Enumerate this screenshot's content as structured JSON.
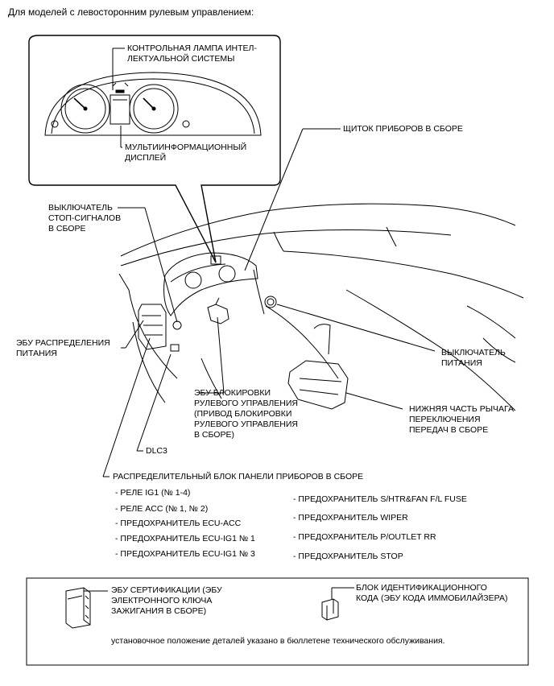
{
  "heading": "Для моделей с левосторонним рулевым управлением:",
  "callouts": {
    "indicator_lamp": "КОНТРОЛЬНАЯ ЛАМПА ИНТЕЛ-\nЛЕКТУАЛЬНОЙ СИСТЕМЫ",
    "multi_display": "МУЛЬТИИНФОРМАЦИОННЫЙ\nДИСПЛЕЙ",
    "combination_meter": "ЩИТОК ПРИБОРОВ В СБОРЕ",
    "stop_light_switch": "ВЫКЛЮЧАТЕЛЬ\nСТОП-СИГНАЛОВ\nВ СБОРЕ",
    "power_dist_ecu": "ЭБУ РАСПРЕДЕЛЕНИЯ\nПИТАНИЯ",
    "power_switch": "ВЫКЛЮЧАТЕЛЬ\nПИТАНИЯ",
    "shift_lever": "НИЖНЯЯ ЧАСТЬ РЫЧАГА\nПЕРЕКЛЮЧЕНИЯ\nПЕРЕДАЧ В СБОРЕ",
    "steering_lock_ecu": "ЭБУ БЛОКИРОВКИ\nРУЛЕВОГО УПРАВЛЕНИЯ\n(ПРИВОД БЛОКИРОВКИ\nРУЛЕВОГО УПРАВЛЕНИЯ\nВ СБОРЕ)",
    "dlc3": "DLC3",
    "junction_block": "РАСПРЕДЕЛИТЕЛЬНЫЙ БЛОК ПАНЕЛИ ПРИБОРОВ В СБОРЕ"
  },
  "jb_items_left": [
    "- РЕЛЕ IG1 (№ 1-4)",
    "- РЕЛЕ ACC (№ 1, № 2)",
    "- ПРЕДОХРАНИТЕЛЬ ECU-ACC",
    "- ПРЕДОХРАНИТЕЛЬ ECU-IG1 № 1",
    "- ПРЕДОХРАНИТЕЛЬ ECU-IG1 № 3"
  ],
  "jb_items_right": [
    "- ПРЕДОХРАНИТЕЛЬ S/HTR&FAN F/L FUSE",
    "- ПРЕДОХРАНИТЕЛЬ WIPER",
    "- ПРЕДОХРАНИТЕЛЬ P/OUTLET RR",
    "- ПРЕДОХРАНИТЕЛЬ STOP"
  ],
  "box": {
    "cert_ecu": "ЭБУ СЕРТИФИКАЦИИ (ЭБУ\nЭЛЕКТРОННОГО КЛЮЧА\nЗАЖИГАНИЯ В СБОРЕ)",
    "id_code_box": "БЛОК ИДЕНТИФИКАЦИОННОГО\nКОДА (ЭБУ КОДА ИММОБИЛАЙЗЕРА)",
    "note": "установочное положение деталей указано в бюллетене технического обслуживания."
  }
}
